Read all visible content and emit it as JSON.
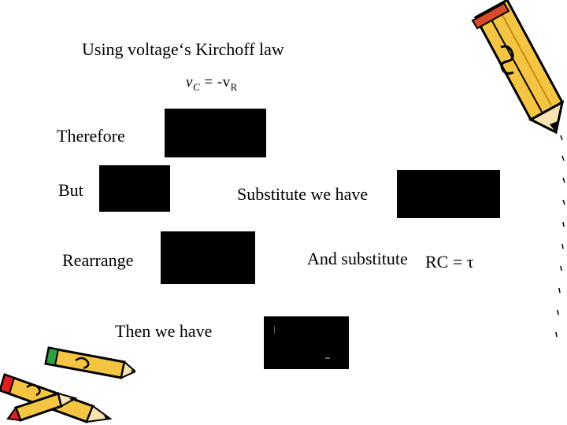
{
  "slide": {
    "heading": "Using voltage‘s Kirchoff law",
    "kvl_lhs": "v",
    "kvl_lhs_sub": "C",
    "kvl_mid": " =  -v",
    "kvl_rhs_sub": "R",
    "therefore_label": "Therefore",
    "but_label": "But",
    "substitute_label": "Substitute we have",
    "rearrange_label": "Rearrange",
    "and_substitute_label": "And substitute",
    "rc_tau": "RC  =  τ",
    "then_label": "Then we have"
  },
  "colors": {
    "pencil_body": "#f4c542",
    "pencil_tip_red": "#e02020",
    "pencil_eraser_green": "#2e9e3e",
    "outline": "#000000"
  },
  "icons": [
    "pencil-clipart-icon",
    "crossed-pencils-clipart-icon"
  ]
}
